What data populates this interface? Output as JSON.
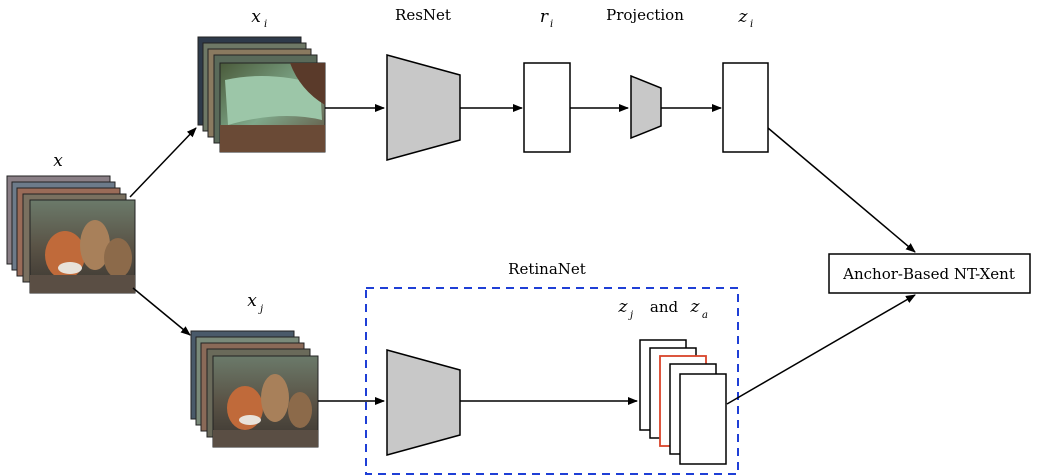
{
  "labels": {
    "x": "x",
    "xi_base": "x",
    "xi_sub": "i",
    "xj_base": "x",
    "xj_sub": "j",
    "resnet": "ResNet",
    "ri_base": "r",
    "ri_sub": "i",
    "projection": "Projection",
    "zi_base": "z",
    "zi_sub": "i",
    "retinanet": "RetinaNet",
    "zj_base": "z",
    "zj_sub": "j",
    "and": "and",
    "za_base": "z",
    "za_sub": "a",
    "loss": "Anchor-Based NT-Xent"
  },
  "colors": {
    "stroke": "#000000",
    "trapezoid_fill": "#c8c8c8",
    "dashed_box": "#1f3fd6",
    "anchor_highlight": "#d9442a"
  },
  "images": {
    "input": "cat-photo-stack",
    "branch_i": "leaf-photo-stack",
    "branch_j": "cat-photo-stack"
  }
}
